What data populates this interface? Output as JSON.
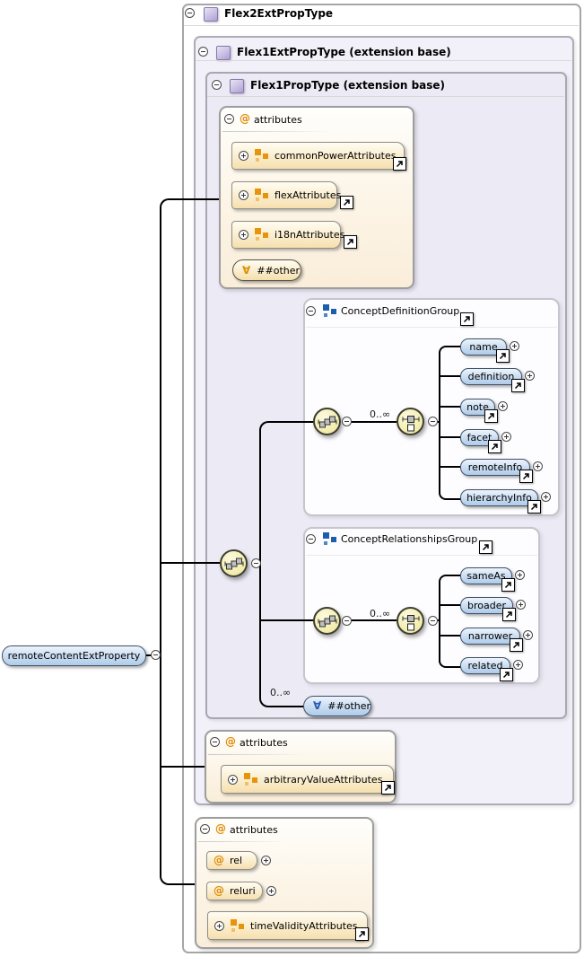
{
  "icons": {
    "at_sign": "@",
    "any_wildcard": "∀"
  },
  "colors": {
    "element_pill_fill": "#C7DBF1",
    "element_pill_border": "#3F5166",
    "attribute_fill": "#F9E9C8",
    "attribute_border": "#8F8F87",
    "attribute_accent_orange": "#E08A00",
    "group_icon_blue": "#1B5EAE",
    "complextype_icon_purple": "#B3A6D6",
    "compositor_circle_fill": "#F4EFB4",
    "container_lavender": "#F2F0F8",
    "wildcard_blue": "#2A5DB0"
  },
  "root_element": {
    "label": "remoteContentExtProperty"
  },
  "flex2": {
    "title": "Flex2ExtPropType",
    "flex1ext": {
      "title": "Flex1ExtPropType (extension base)",
      "flex1prop": {
        "title": "Flex1PropType (extension base)",
        "attributes": {
          "title": "attributes",
          "groups": [
            "commonPowerAttributes",
            "flexAttributes",
            "i18nAttributes"
          ],
          "wildcard": "##other"
        },
        "concept_definition_group": {
          "title": "ConceptDefinitionGroup",
          "occurs": "0..∞",
          "elements": [
            "name",
            "definition",
            "note",
            "facet",
            "remoteInfo",
            "hierarchyInfo"
          ]
        },
        "concept_relationships_group": {
          "title": "ConceptRelationshipsGroup",
          "occurs": "0..∞",
          "elements": [
            "sameAs",
            "broader",
            "narrower",
            "related"
          ]
        },
        "wildcard": {
          "occurs": "0..∞",
          "label": "##other"
        }
      },
      "attributes": {
        "title": "attributes",
        "groups": [
          "arbitraryValueAttributes"
        ]
      }
    },
    "attributes": {
      "title": "attributes",
      "attrs": [
        "rel",
        "reluri"
      ],
      "groups": [
        "timeValidityAttributes"
      ]
    }
  }
}
